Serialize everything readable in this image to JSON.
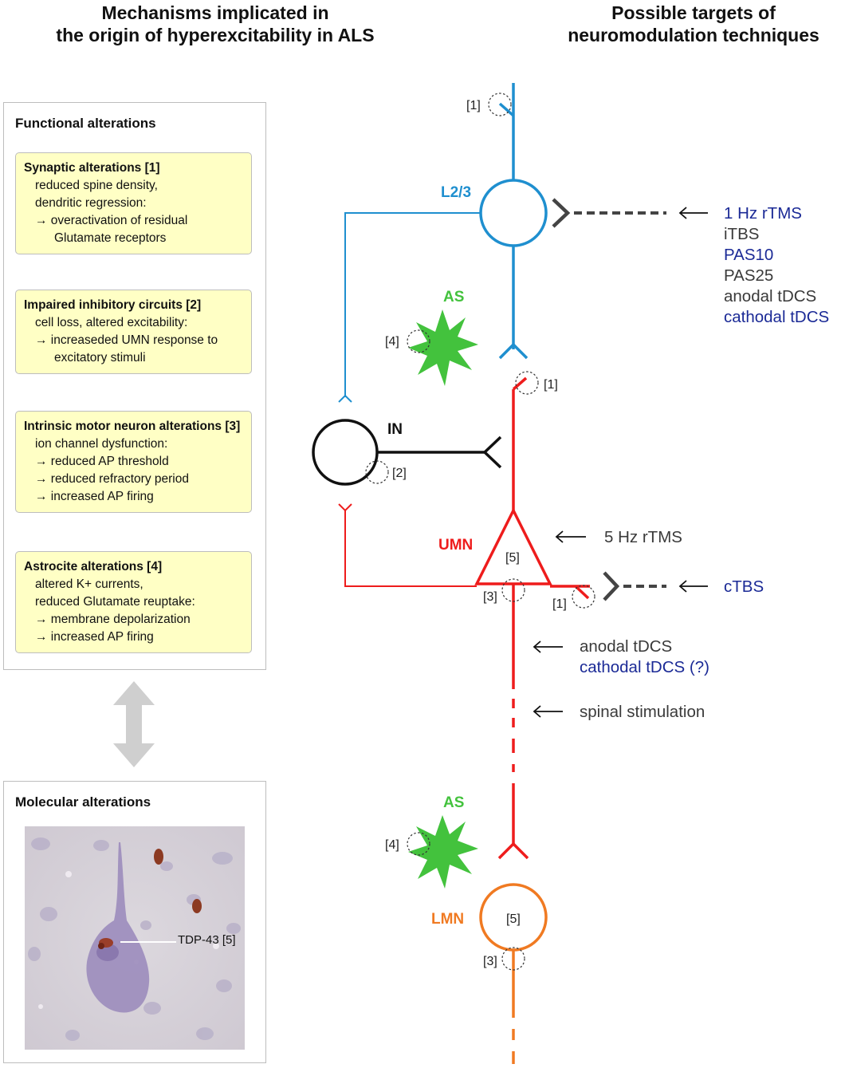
{
  "headers": {
    "left": [
      "Mechanisms implicated in",
      "the origin of hyperexcitability in ALS"
    ],
    "right": [
      "Possible targets of",
      "neuromodulation techniques"
    ]
  },
  "functional_panel": {
    "title": "Functional alterations",
    "boxes": [
      {
        "title": "Synaptic alterations [1]",
        "lines": [
          "reduced spine density,",
          "dendritic regression:",
          "→ overactivation of residual"
        ],
        "cont": "Glutamate receptors"
      },
      {
        "title": "Impaired inhibitory circuits [2]",
        "lines": [
          "cell loss, altered excitability:",
          "→ increaseded UMN response to"
        ],
        "cont": "excitatory stimuli"
      },
      {
        "title": "Intrinsic motor neuron alterations [3]",
        "lines": [
          "ion channel dysfunction:",
          "→ reduced AP threshold",
          "→ reduced refractory period",
          "→ increased AP firing"
        ],
        "cont": ""
      },
      {
        "title": "Astrocite alterations [4]",
        "lines": [
          "altered K+ currents,",
          "reduced Glutamate reuptake:",
          "→ membrane depolarization",
          "→ increased AP firing"
        ],
        "cont": ""
      }
    ]
  },
  "molecular_panel": {
    "title": "Molecular alterations",
    "label": "TDP-43 [5]"
  },
  "diagram": {
    "neurons": {
      "l23": "L2/3",
      "in": "IN",
      "umn": "UMN",
      "lmn": "LMN",
      "as": "AS"
    },
    "markers": {
      "m1": "[1]",
      "m2": "[2]",
      "m3": "[3]",
      "m4": "[4]",
      "m5": "[5]"
    },
    "targets_l23": [
      "1 Hz rTMS",
      "iTBS",
      "PAS10",
      "PAS25",
      "anodal tDCS",
      "cathodal tDCS"
    ],
    "target_umn": "5 Hz rTMS",
    "target_ctbs": "cTBS",
    "targets_axon": [
      "anodal tDCS",
      "cathodal tDCS (?)"
    ],
    "target_spinal": "spinal stimulation"
  },
  "colors": {
    "l23_blue": "#1f8fcf",
    "umn_red": "#ee1c1c",
    "lmn_orange": "#f07a22",
    "astro_green": "#43c23d",
    "target_blue": "#1b2a96",
    "box_fill": "#ffffc5"
  }
}
